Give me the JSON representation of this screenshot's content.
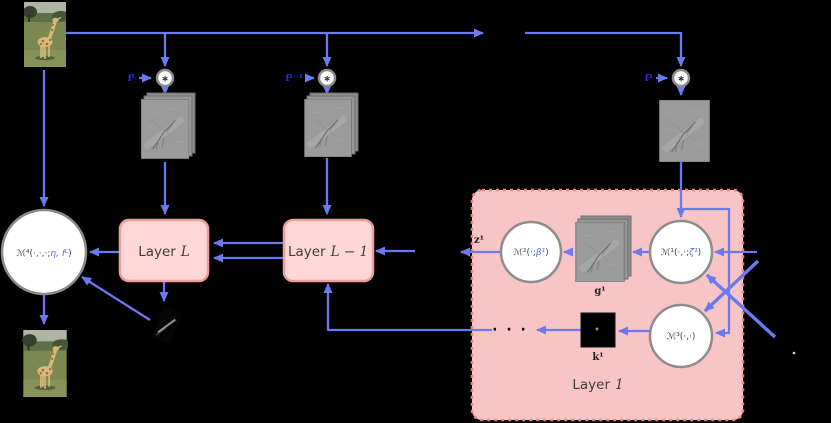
{
  "figure": {
    "type": "neural-architecture-diagram",
    "description_labels": {
      "layer_1_region": "Layer 1"
    },
    "colors": {
      "background": "#000000",
      "arrow_blue": "#6b7af0",
      "filter_label_blue": "#2a2aff",
      "formula_blue": "#5b6af0",
      "pink_region_fill": "#f7c5c5",
      "pink_region_border": "#f5837f",
      "layer_box_fill": "#ffd7d7",
      "layer_box_border": "#ef9d9d",
      "circle_border": "#8c8c8c"
    }
  },
  "boxes": {
    "layer_L": {
      "word": "Layer",
      "math": "L"
    },
    "layer_Lm1": {
      "word": "Layer",
      "math": "L − 1"
    },
    "layer_1": {
      "word": "Layer",
      "math": "1"
    }
  },
  "circles": {
    "m4": {
      "head": "ℳ⁴(·,·,·;",
      "blue": "η, fᴸ",
      "tail": ")"
    },
    "m2": {
      "head": "ℳ²(·;",
      "blue": "β¹",
      "tail": ")"
    },
    "m1": {
      "head": "ℳ¹(·,·;",
      "blue": "ζ¹",
      "tail": ")"
    },
    "m3": {
      "head": "ℳ³(·,·)",
      "blue": "",
      "tail": ""
    }
  },
  "filters": {
    "f_L": "fᴸ",
    "f_Lm1": "fᴸ⁻¹",
    "f_1": "f¹"
  },
  "signals": {
    "z1": "z¹",
    "g1": "g¹",
    "k1": "k¹",
    "ellipsis": "· · ·"
  },
  "operators": {
    "convolution": "∗"
  }
}
